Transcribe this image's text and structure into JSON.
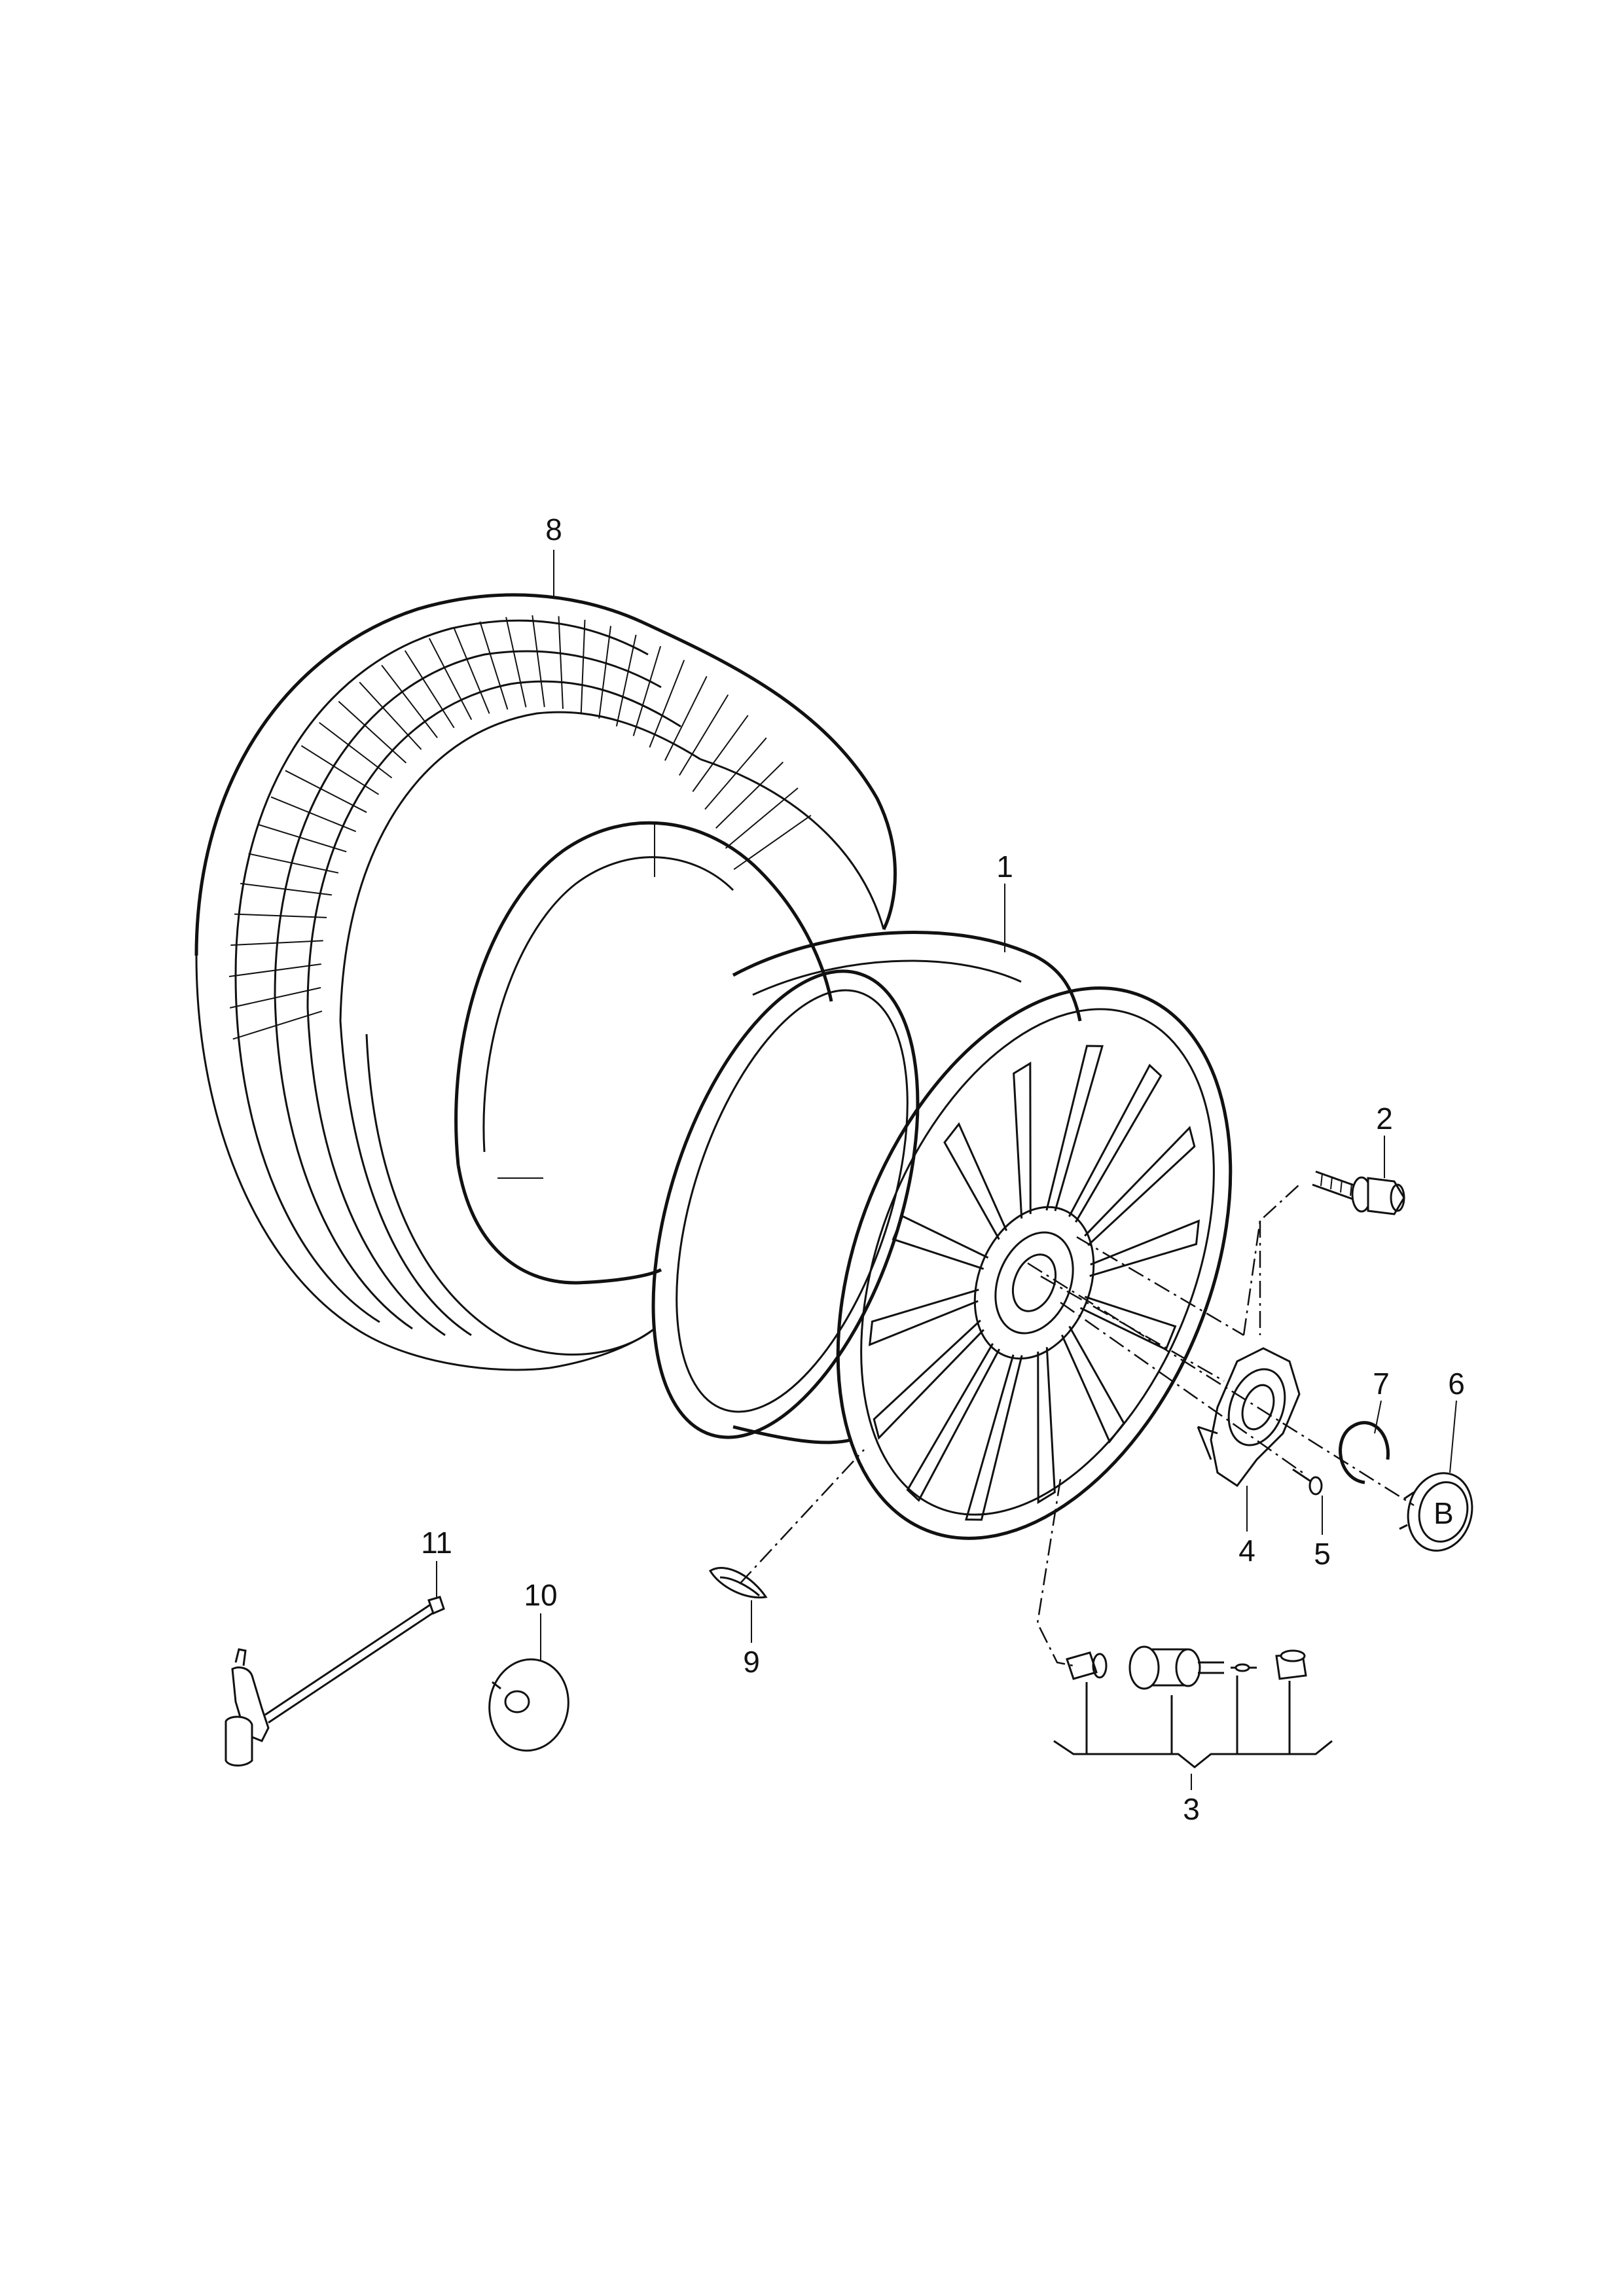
{
  "callouts": [
    {
      "id": "1",
      "text": "1",
      "part": "wheel-rim"
    },
    {
      "id": "2",
      "text": "2",
      "part": "wheel-bolt"
    },
    {
      "id": "3",
      "text": "3",
      "part": "tyre-pressure-sensor-valve-kit"
    },
    {
      "id": "4",
      "text": "4",
      "part": "centre-cap-carrier"
    },
    {
      "id": "5",
      "text": "5",
      "part": "carrier-screw"
    },
    {
      "id": "6",
      "text": "6",
      "part": "centre-emblem-cap"
    },
    {
      "id": "7",
      "text": "7",
      "part": "retaining-ring"
    },
    {
      "id": "8",
      "text": "8",
      "part": "tyre"
    },
    {
      "id": "9",
      "text": "9",
      "part": "balance-weight"
    },
    {
      "id": "10",
      "text": "10",
      "part": "adhesive-label"
    },
    {
      "id": "11",
      "text": "11",
      "part": "t-handle-key"
    }
  ],
  "colors": {
    "line": "#111111",
    "background": "#ffffff"
  }
}
